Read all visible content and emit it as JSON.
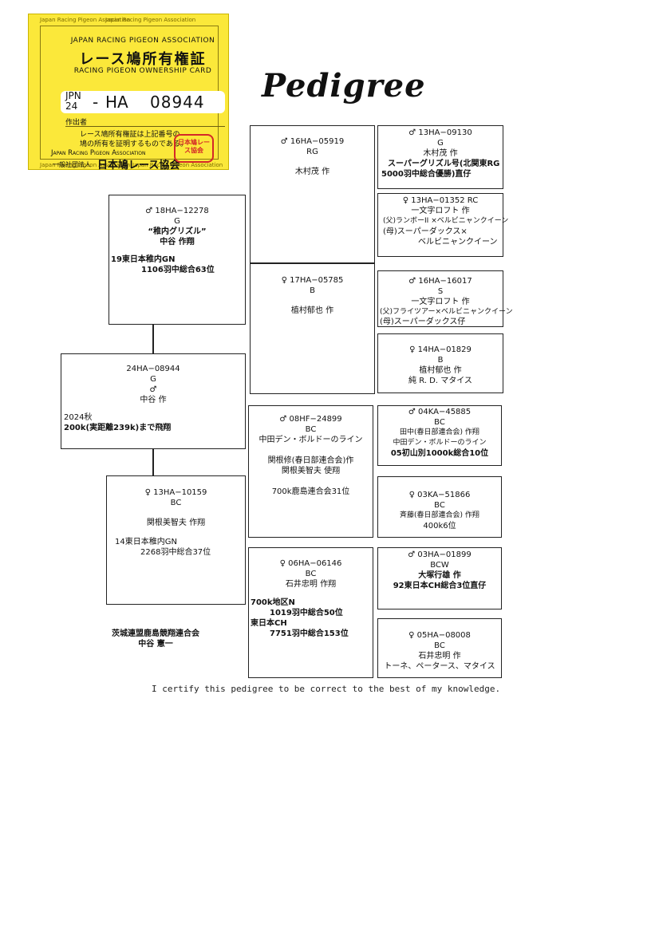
{
  "card": {
    "ring_text": "Japan Racing Pigeon Association",
    "assoc_en": "JAPAN RACING PIGEON ASSOCIATION",
    "title_jp": "レース鳩所有権証",
    "title_en": "RACING PIGEON OWNERSHIP CARD",
    "prefix_top": "JPN",
    "prefix_bottom": "24",
    "dash": "-",
    "code": "HA",
    "number": "08944",
    "issuer_label": "作出者",
    "cert_line1": "レース鳩所有権証は上記番号の",
    "cert_line2": "鳩の所有を証明するものである。",
    "assoc_en2": "Japan Racing Pigeon Association",
    "assoc_jp_prefix": "一般社団法人",
    "assoc_jp": "日本鳩レース協会",
    "stamp": "日本鳩レース協会"
  },
  "title": "Pedigree",
  "subject": {
    "ring": "24HA−08944",
    "color": "G",
    "sex": "♂",
    "breeder": "中谷 作",
    "note1": "2024秋",
    "note2": "200k(実距離239k)まで飛翔"
  },
  "sire": {
    "ring": "♂ 18HA−12278",
    "color": "G",
    "name": "“稚内グリズル”",
    "breeder": "中谷 作翔",
    "note1": "19東日本稚内GN",
    "note2": "1106羽中総合63位"
  },
  "dam": {
    "ring": "♀ 13HA−10159",
    "color": "BC",
    "breeder": "関根美智夫 作翔",
    "note1": "14東日本稚内GN",
    "note2": "2268羽中総合37位"
  },
  "gen2": {
    "ss": {
      "ring": "♂ 16HA−05919",
      "color": "RG",
      "breeder": "木村茂 作"
    },
    "sd": {
      "ring": "♀ 17HA−05785",
      "color": "B",
      "breeder": "植村郁也 作"
    },
    "ds": {
      "ring": "♂ 08HF−24899",
      "color": "BC",
      "line": "中田デン・ボルドーのライン",
      "breeder1": "関根修(春日部連合会)作",
      "breeder2": "関根美智夫 使翔",
      "note": "700k鹿島連合会31位"
    },
    "dd": {
      "ring": "♀ 06HA−06146",
      "color": "BC",
      "breeder": "石井忠明 作翔",
      "note1": "700k地区N",
      "note2": "1019羽中総合50位",
      "note3": "東日本CH",
      "note4": "7751羽中総合153位"
    }
  },
  "gen3": {
    "sss": {
      "ring": "♂ 13HA−09130",
      "color": "G",
      "breeder": "木村茂 作",
      "note1": "スーパーグリズル号(北関東RG",
      "note2": "5000羽中総合優勝)直仔"
    },
    "ssd": {
      "ring": "♀ 13HA−01352 RC",
      "breeder": "一文字ロフト 作",
      "note1": "(父)ランボーII ×ベルビニャンクイーン",
      "note2": "(母)スーパーダックス×",
      "note3": "ベルビニャンクイーン"
    },
    "sds": {
      "ring": "♂ 16HA−16017",
      "color": "S",
      "breeder": "一文字ロフト 作",
      "note1": "(父)フライツアー×ベルビニャンクイーン",
      "note2": "(母)スーパーダックス仔"
    },
    "sdd": {
      "ring": "♀ 14HA−01829",
      "color": "B",
      "breeder": "植村郁也 作",
      "note1": "純 R. D. マタイス"
    },
    "dss": {
      "ring": "♂ 04KA−45885",
      "color": "BC",
      "breeder": "田中(春日部連合会) 作翔",
      "note1": "中田デン・ボルドーのライン",
      "note2": "05初山別1000k総合10位"
    },
    "dsd": {
      "ring": "♀ 03KA−51866",
      "color": "BC",
      "breeder": "斉藤(春日部連合会) 作翔",
      "note1": "400k6位"
    },
    "dds": {
      "ring": "♂ 03HA−01899",
      "color": "BCW",
      "breeder": "大塚行雄 作",
      "note1": "92東日本CH総合3位直仔"
    },
    "ddd": {
      "ring": "♀ 05HA−08008",
      "color": "BC",
      "breeder": "石井忠明 作",
      "note1": "トーネ、ペータース、マタイス"
    }
  },
  "owner": {
    "club": "茨城連盟鹿島競翔連合会",
    "name": "中谷 憲一"
  },
  "certification": "I certify this pedigree to be correct to the best of my knowledge."
}
